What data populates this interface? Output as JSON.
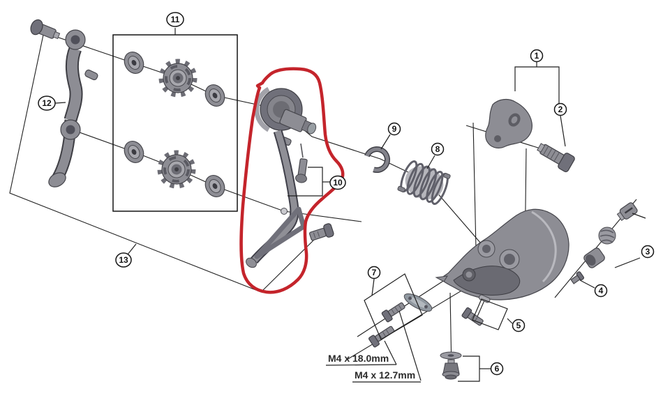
{
  "figure": {
    "type": "exploded-parts-diagram",
    "background_color": "#ffffff",
    "line_color": "#1f1f1f",
    "part_color": "#8d8d94",
    "highlight": {
      "shape": "freehand-loop",
      "color": "#c4242b",
      "around_callout": "10"
    },
    "callouts": [
      {
        "label": "1"
      },
      {
        "label": "2"
      },
      {
        "label": "3"
      },
      {
        "label": "4"
      },
      {
        "label": "5"
      },
      {
        "label": "6"
      },
      {
        "label": "7"
      },
      {
        "label": "8"
      },
      {
        "label": "9"
      },
      {
        "label": "10"
      },
      {
        "label": "11"
      },
      {
        "label": "12"
      },
      {
        "label": "13"
      }
    ],
    "dimension_notes": [
      {
        "text": "M4 x 18.0mm"
      },
      {
        "text": "M4 x 12.7mm"
      }
    ]
  }
}
